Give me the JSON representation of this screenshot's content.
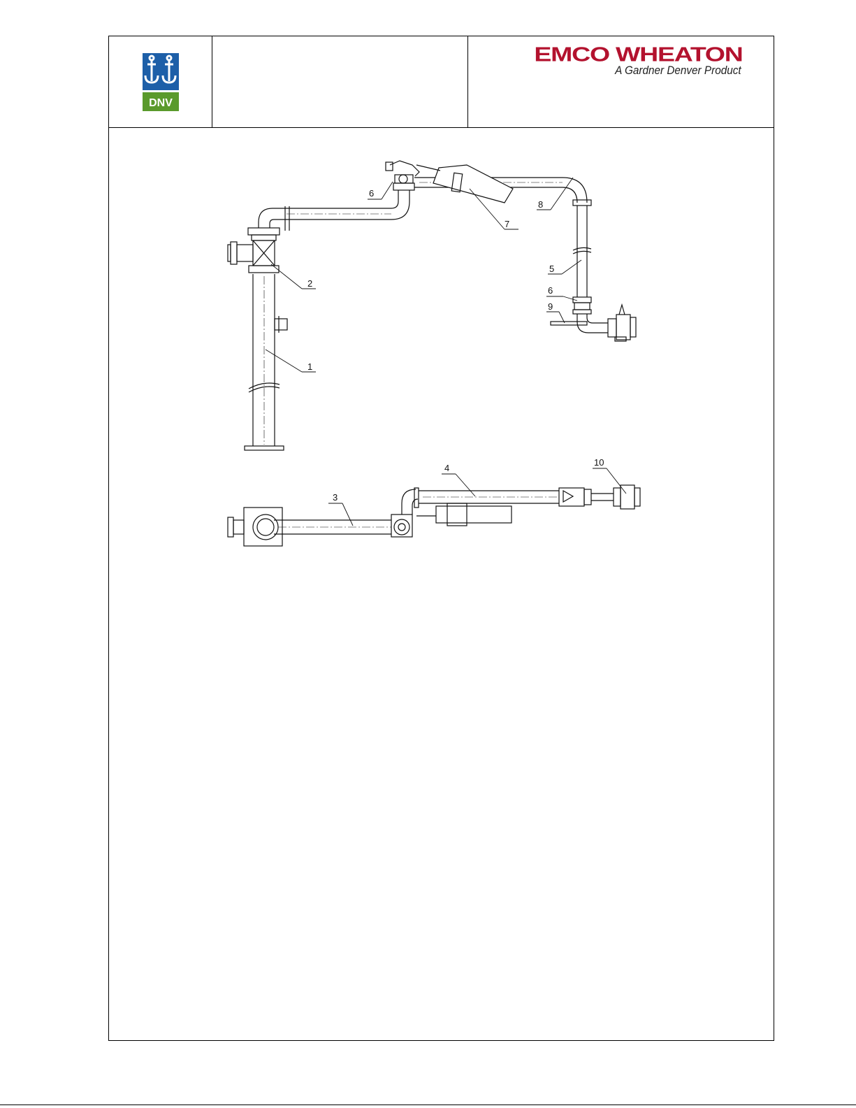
{
  "header": {
    "brand_name": "EMCO WHEATON",
    "brand_subtitle": "A Gardner Denver Product",
    "cert_logo_text": "DNV"
  },
  "drawing": {
    "callouts": [
      "1",
      "2",
      "3",
      "4",
      "5",
      "6",
      "6",
      "7",
      "8",
      "9",
      "10"
    ]
  },
  "colors": {
    "brand_red": "#b3122e",
    "dnv_blue": "#1d5fa8",
    "dnv_green": "#5a9a2c"
  }
}
